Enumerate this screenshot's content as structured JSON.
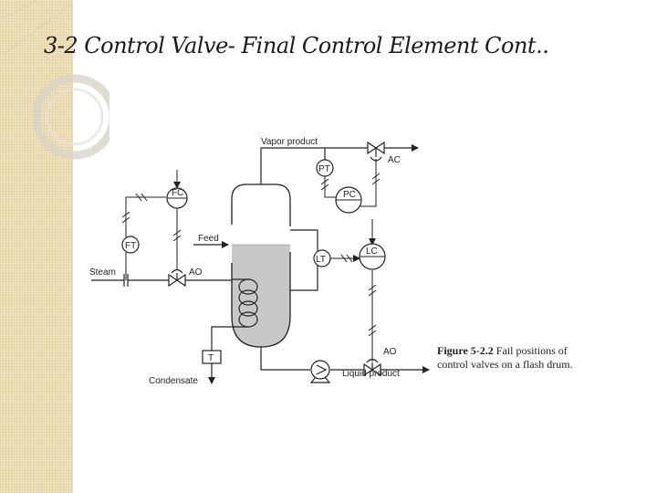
{
  "slide": {
    "title": "3-2 Control Valve- Final Control Element Cont.."
  },
  "diagram": {
    "labels": {
      "vapor_product": "Vapor product",
      "ac_top": "AC",
      "pt": "PT",
      "pc": "PC",
      "fc": "FC",
      "ft": "FT",
      "feed": "Feed",
      "steam": "Steam",
      "ao_steam": "AO",
      "lt": "LT",
      "lc": "LC",
      "ao_liquid": "AO",
      "t": "T",
      "condensate": "Condensate",
      "liquid_product": "Liquid product"
    },
    "caption": {
      "figure_number": "Figure 5-2.2",
      "text": "Fail positions of control valves on a flash drum."
    }
  },
  "colors": {
    "liquid": "#c8c8c8",
    "line": "#222222",
    "side_strip": "#f1e3bd"
  }
}
